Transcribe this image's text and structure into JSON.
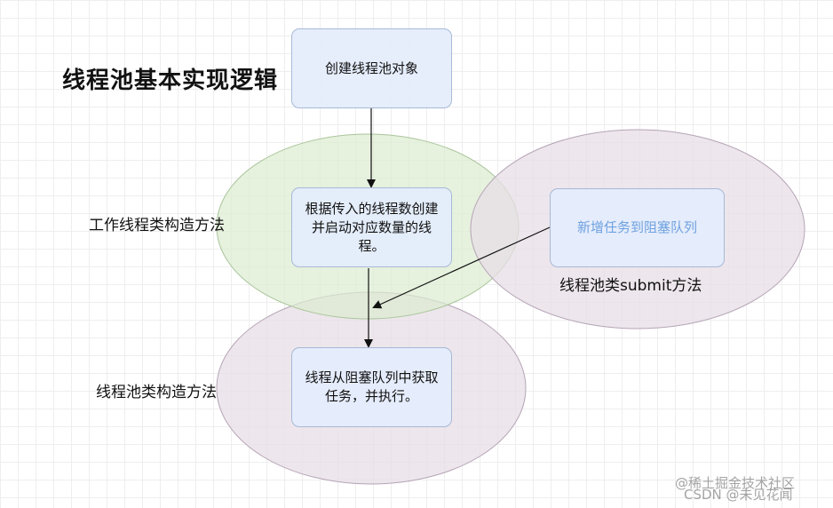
{
  "diagram": {
    "title": "线程池基本实现逻辑",
    "zones": {
      "worker_constructor": "工作线程类构造方法",
      "pool_submit": "线程池类submit方法",
      "pool_constructor": "线程池类构造方法"
    },
    "nodes": {
      "create_pool": "创建线程池对象",
      "create_threads": "根据传入的线程数创建并启动对应数量的线程。",
      "add_task": "新增任务到阻塞队列",
      "take_task": "线程从阻塞队列中获取任务，并执行。"
    },
    "colors": {
      "green_ellipse": "#dcebd0",
      "purple_ellipse": "#e7dde6",
      "node_fill": "#e4edfc",
      "node_border": "#a8b9d6",
      "add_task_text": "#6fa2e0"
    }
  },
  "watermarks": {
    "juejin": "@稀土掘金技术社区",
    "csdn": "CSDN @未见花闻"
  }
}
